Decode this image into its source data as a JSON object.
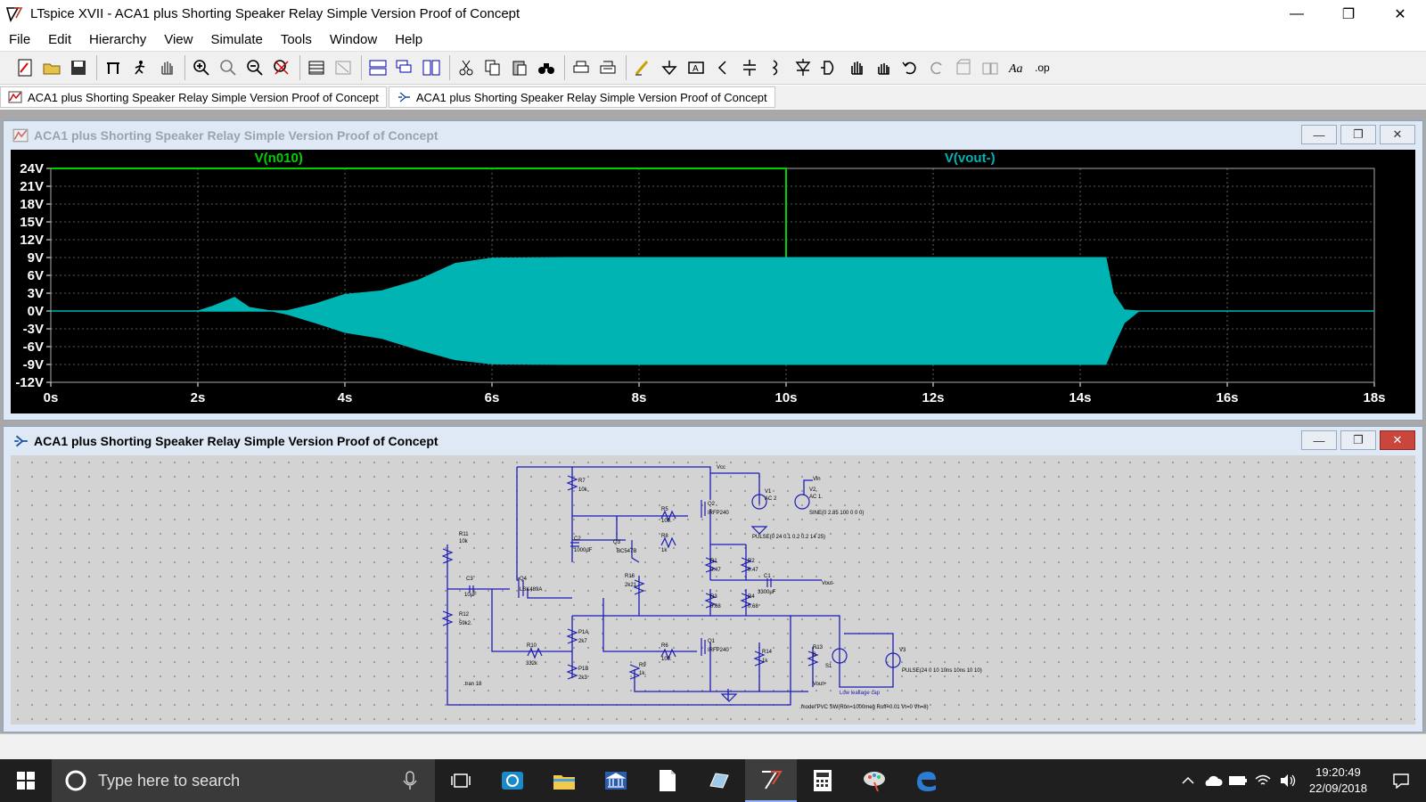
{
  "window": {
    "title": "LTspice XVII - ACA1 plus Shorting Speaker Relay Simple Version Proof of Concept"
  },
  "menu": [
    "File",
    "Edit",
    "Hierarchy",
    "View",
    "Simulate",
    "Tools",
    "Window",
    "Help"
  ],
  "doc_tabs": [
    "ACA1 plus Shorting Speaker Relay Simple Version Proof of Concept",
    "ACA1 plus Shorting Speaker Relay Simple Version Proof of Concept"
  ],
  "waveform_window": {
    "title": "ACA1 plus Shorting Speaker Relay Simple Version Proof of Concept"
  },
  "schematic_window": {
    "title": "ACA1 plus Shorting Speaker Relay Simple Version Proof of Concept"
  },
  "chart_data": {
    "type": "line",
    "series": [
      {
        "name": "V(n010)",
        "color": "#00d000",
        "points": [
          [
            0,
            24
          ],
          [
            10,
            24
          ],
          [
            10,
            9
          ]
        ]
      },
      {
        "name": "V(vout-)",
        "color": "#00b4b4",
        "envelope": {
          "x": [
            0,
            2,
            2.2,
            2.5,
            2.7,
            3,
            3.2,
            3.6,
            4,
            4.5,
            5,
            5.5,
            6,
            7,
            8,
            10,
            12,
            13,
            14,
            14.35,
            14.45,
            14.6,
            14.8,
            18
          ],
          "upper": [
            0,
            0,
            0.8,
            2.3,
            0.6,
            0,
            0,
            1.2,
            2.8,
            3.4,
            5.2,
            8.0,
            8.9,
            9.0,
            9.0,
            9.0,
            9.0,
            9.0,
            9.0,
            9.0,
            3.0,
            0.2,
            0,
            0
          ],
          "lower": [
            0,
            0,
            0,
            0,
            0,
            0,
            -0.5,
            -2.0,
            -3.6,
            -4.6,
            -6.5,
            -8.2,
            -8.9,
            -9.0,
            -9.0,
            -9.0,
            -9.0,
            -9.0,
            -9.0,
            -9.0,
            -6.0,
            -2.0,
            0,
            0
          ]
        }
      }
    ],
    "yticks": [
      "24V",
      "21V",
      "18V",
      "15V",
      "12V",
      "9V",
      "6V",
      "3V",
      "0V",
      "-3V",
      "-6V",
      "-9V",
      "-12V"
    ],
    "xticks": [
      "0s",
      "2s",
      "4s",
      "6s",
      "8s",
      "10s",
      "12s",
      "14s",
      "16s",
      "18s"
    ],
    "xlim": [
      0,
      18
    ],
    "ylim": [
      -12,
      24
    ],
    "grid": true
  },
  "schematic_labels": [
    "Vcc",
    "R7",
    "10k",
    "V1",
    "AC 2",
    "V2",
    "AC 1.",
    "SINE(0 2.85 100 0 0 0)",
    "Vin",
    "Q2",
    "IRFP240",
    "R5",
    "100.",
    "R8",
    "1k",
    "Q3",
    "BC547B",
    "C2",
    "1000µF",
    "PULSE(0 24 0.1 0.2 0.2 14 25)",
    "R11",
    "10k",
    "C3",
    "10µF",
    "Q4",
    "LSK489A",
    "R16",
    "2k21",
    "R1",
    "0.47",
    "R2",
    "0.47",
    "C1",
    "3300µF",
    "Vout-",
    "R12",
    "59k2.",
    "R3",
    "0.68",
    "R4",
    "0.68",
    "P1A",
    "2k7",
    "R10",
    "332k",
    "R6",
    "100.",
    "Q1",
    "IRFP240",
    "R14",
    "1k",
    "R13",
    "8",
    "S1",
    "V3",
    "PULSE(24 0 10 10ns 10ns 10 10)",
    "P1B",
    "2k3",
    "R9",
    "1k.",
    ".tran 18",
    "Vout+",
    "Low leakage cap",
    ".model PVC SW(Ron=1000meg Roff=0.01 Vt=0 Vh=8)"
  ],
  "taskbar": {
    "search_placeholder": "Type here to search",
    "time": "19:20:49",
    "date": "22/09/2018"
  }
}
